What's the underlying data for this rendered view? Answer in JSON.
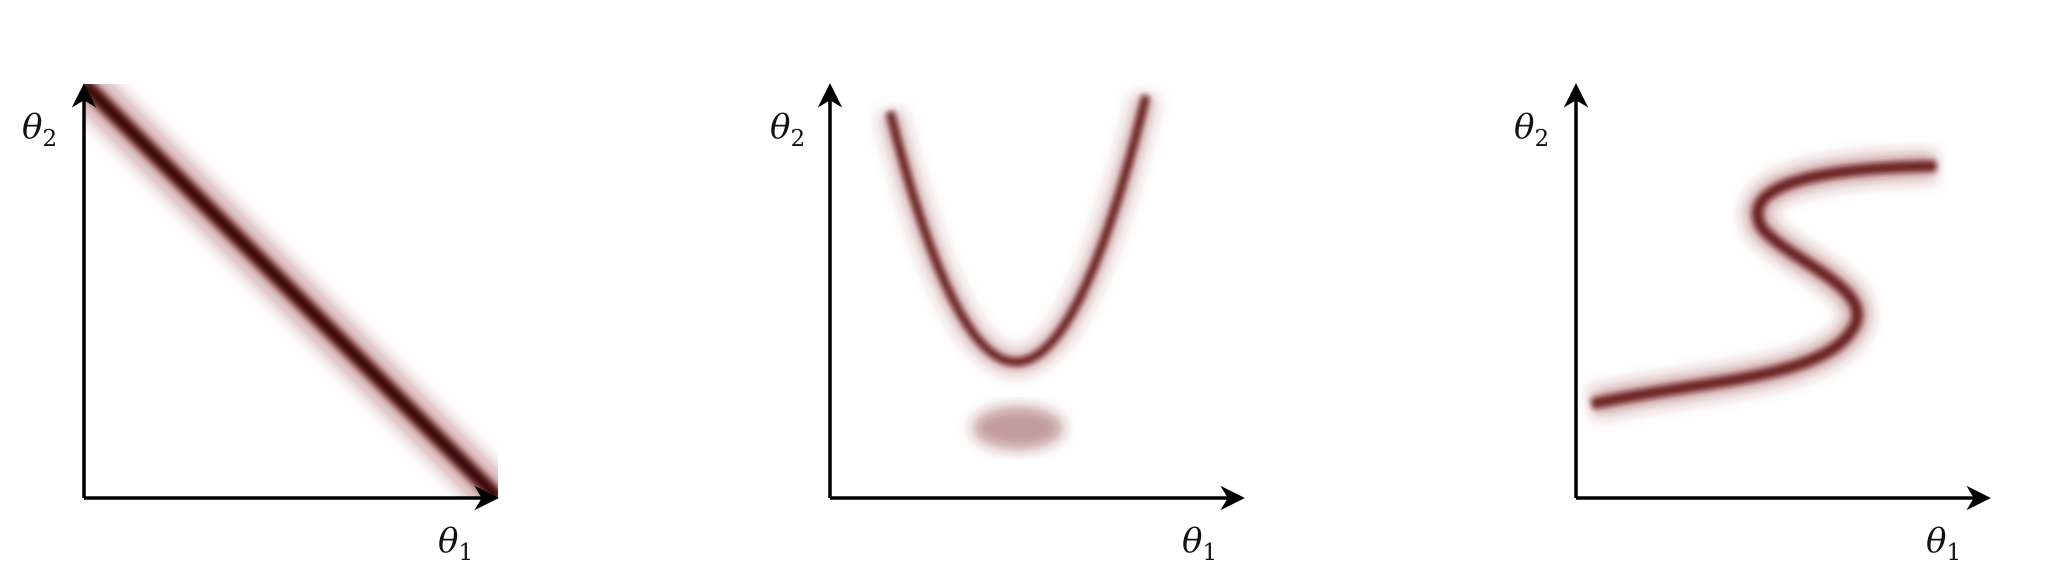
{
  "panels": [
    {
      "id": "linear",
      "x_label": "θ",
      "x_sub": "1",
      "y_label": "θ",
      "y_sub": "2"
    },
    {
      "id": "parabola",
      "x_label": "θ",
      "x_sub": "1",
      "y_label": "θ",
      "y_sub": "2"
    },
    {
      "id": "s-curve",
      "x_label": "θ",
      "x_sub": "1",
      "y_label": "θ",
      "y_sub": "2"
    }
  ],
  "colors": {
    "density": "#6b0f0f",
    "density_core": "#3a0606",
    "axis": "#000000"
  }
}
